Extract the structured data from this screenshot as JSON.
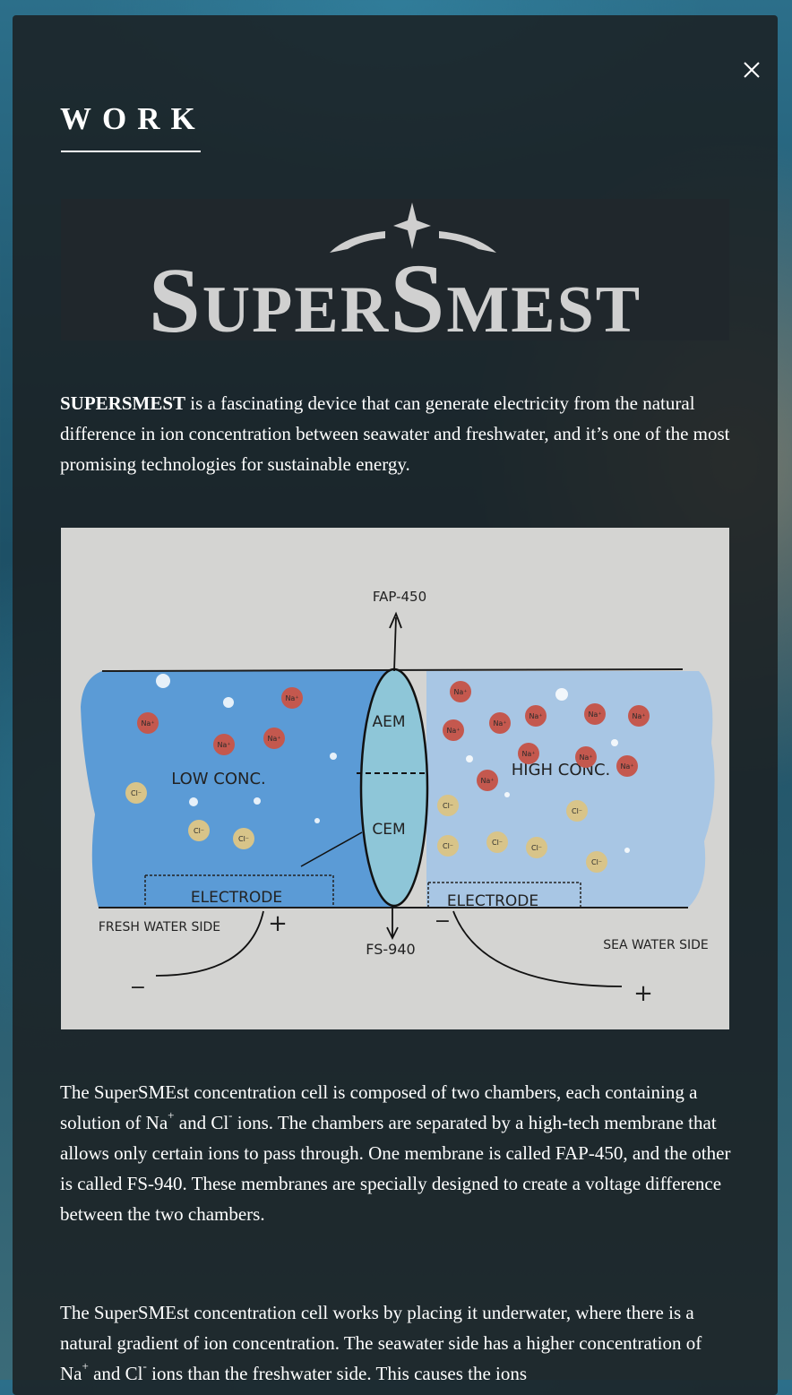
{
  "modal": {
    "heading": "WORK",
    "close_label": "close"
  },
  "logo": {
    "text": "SUPERSMEST"
  },
  "intro": {
    "name": "SUPERSMEST",
    "text": " is a fascinating device that can generate electricity from the natural difference in ion concentration between seawater and freshwater, and it’s one of the most promising technologies for sustainable energy."
  },
  "diagram": {
    "top_membrane": "FAP-450",
    "bottom_membrane": "FS-940",
    "aem": "AEM",
    "cem": "CEM",
    "low_conc": "LOW CONC.",
    "high_conc": "HIGH CONC.",
    "electrode": "ELECTRODE",
    "fresh_side": "FRESH WATER SIDE",
    "sea_side": "SEA WATER SIDE",
    "plus": "+",
    "minus": "−",
    "na": "Na⁺",
    "cl": "Cl⁻",
    "colors": {
      "fresh_water": "#5b9bd6",
      "sea_water": "#a8c6e4",
      "membrane": "#8ec6d8",
      "na_ion": "#c4584e",
      "cl_ion": "#d8c489"
    }
  },
  "para2": {
    "t1": "The SuperSMEst concentration cell is composed of two chambers, each containing a solution of Na",
    "s1": "+",
    "t2": " and Cl",
    "s2": "-",
    "t3": " ions. The chambers are separated by a high-tech membrane that allows only certain ions to pass through. One membrane is called FAP-450, and the other is called FS-940. These membranes are specially designed to create a voltage difference between the two chambers."
  },
  "para3": {
    "t1": "The SuperSMEst concentration cell works by placing it underwater, where there is a natural gradient of ion concentration. The seawater side has a higher concentration of Na",
    "s1": "+",
    "t2": " and Cl",
    "s2": "-",
    "t3": " ions than the freshwater side. This causes the ions"
  }
}
